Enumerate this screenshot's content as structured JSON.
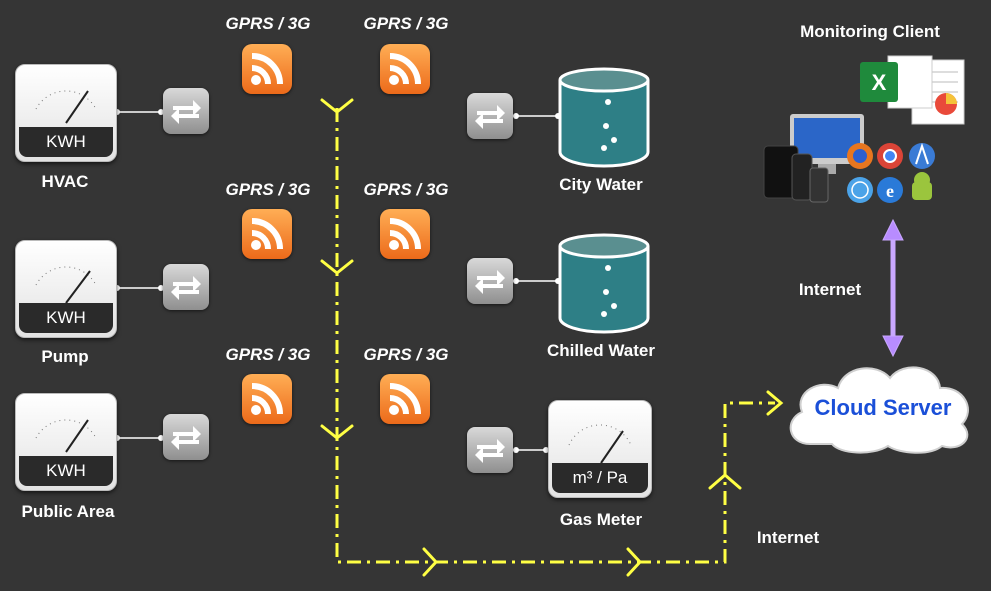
{
  "protocol_labels": [
    "GPRS / 3G",
    "GPRS / 3G",
    "GPRS / 3G",
    "GPRS / 3G",
    "GPRS / 3G",
    "GPRS / 3G"
  ],
  "meters": [
    {
      "name": "HVAC",
      "unit": "KWH"
    },
    {
      "name": "Pump",
      "unit": "KWH"
    },
    {
      "name": "Public Area",
      "unit": "KWH"
    }
  ],
  "water_meters": [
    {
      "name": "City Water"
    },
    {
      "name": "Chilled Water"
    }
  ],
  "gas_meter": {
    "name": "Gas Meter",
    "unit": "m³ / Pa"
  },
  "client": {
    "title": "Monitoring Client"
  },
  "links": {
    "internet_top": "Internet",
    "internet_bottom": "Internet"
  },
  "cloud": {
    "label": "Cloud Server"
  },
  "colors": {
    "background": "#353535",
    "data_line": "#ffff44",
    "internet_arrow": "#b88cff",
    "cloud_text": "#1a4fd8",
    "rss": "#f07a25"
  }
}
